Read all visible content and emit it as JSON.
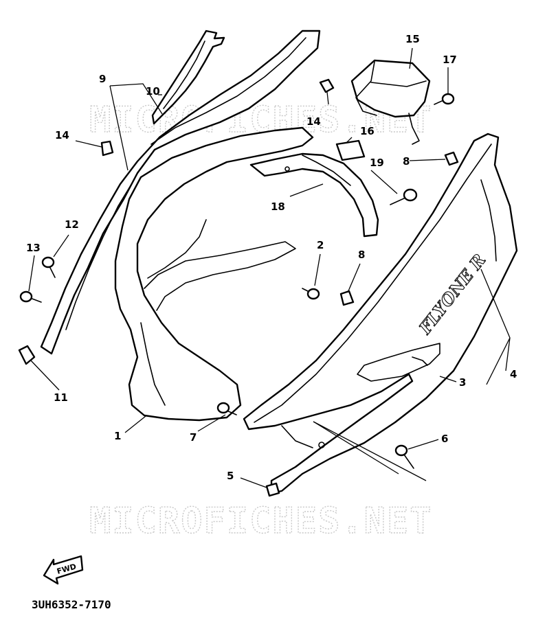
{
  "diagram": {
    "callouts": [
      {
        "id": "c1",
        "label": "1"
      },
      {
        "id": "c2",
        "label": "2"
      },
      {
        "id": "c3",
        "label": "3"
      },
      {
        "id": "c4",
        "label": "4"
      },
      {
        "id": "c5",
        "label": "5"
      },
      {
        "id": "c6",
        "label": "6"
      },
      {
        "id": "c7",
        "label": "7"
      },
      {
        "id": "c8a",
        "label": "8"
      },
      {
        "id": "c8b",
        "label": "8"
      },
      {
        "id": "c9",
        "label": "9"
      },
      {
        "id": "c10",
        "label": "10"
      },
      {
        "id": "c11",
        "label": "11"
      },
      {
        "id": "c12",
        "label": "12"
      },
      {
        "id": "c13",
        "label": "13"
      },
      {
        "id": "c14a",
        "label": "14"
      },
      {
        "id": "c14b",
        "label": "14"
      },
      {
        "id": "c15",
        "label": "15"
      },
      {
        "id": "c16",
        "label": "16"
      },
      {
        "id": "c17",
        "label": "17"
      },
      {
        "id": "c18",
        "label": "18"
      },
      {
        "id": "c19",
        "label": "19"
      }
    ],
    "watermark": "MICROFICHES.NET",
    "part_code": "3UH6352-7170",
    "fwd_label": "FWD",
    "brand_text": "FLYONE R"
  }
}
